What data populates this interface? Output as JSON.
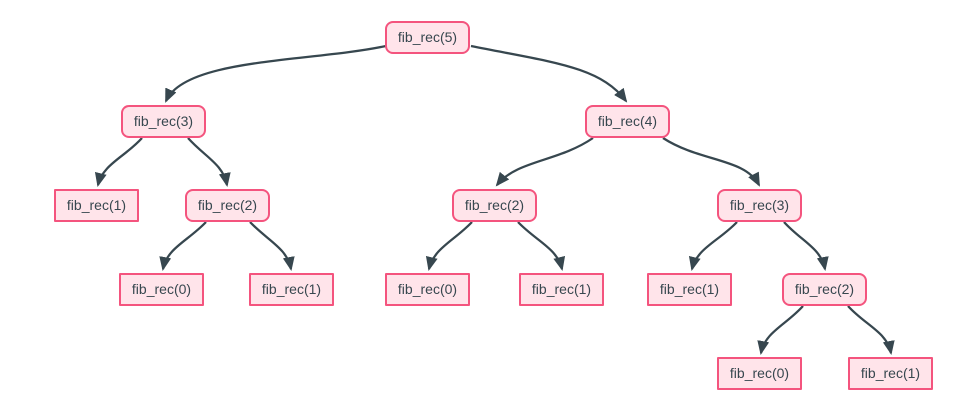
{
  "diagram": {
    "type": "recursion-tree",
    "nodes": [
      {
        "label": "fib_rec(5)",
        "shape": "rounded",
        "level": 1
      },
      {
        "label": "fib_rec(3)",
        "shape": "rounded",
        "level": 2
      },
      {
        "label": "fib_rec(4)",
        "shape": "rounded",
        "level": 2
      },
      {
        "label": "fib_rec(1)",
        "shape": "rect",
        "level": 3
      },
      {
        "label": "fib_rec(2)",
        "shape": "rounded",
        "level": 3
      },
      {
        "label": "fib_rec(2)",
        "shape": "rounded",
        "level": 3
      },
      {
        "label": "fib_rec(3)",
        "shape": "rounded",
        "level": 3
      },
      {
        "label": "fib_rec(0)",
        "shape": "rect",
        "level": 4
      },
      {
        "label": "fib_rec(1)",
        "shape": "rect",
        "level": 4
      },
      {
        "label": "fib_rec(0)",
        "shape": "rect",
        "level": 4
      },
      {
        "label": "fib_rec(1)",
        "shape": "rect",
        "level": 4
      },
      {
        "label": "fib_rec(1)",
        "shape": "rect",
        "level": 4
      },
      {
        "label": "fib_rec(2)",
        "shape": "rounded",
        "level": 4
      },
      {
        "label": "fib_rec(0)",
        "shape": "rect",
        "level": 5
      },
      {
        "label": "fib_rec(1)",
        "shape": "rect",
        "level": 5
      }
    ],
    "edges": [
      [
        0,
        1
      ],
      [
        0,
        2
      ],
      [
        1,
        3
      ],
      [
        1,
        4
      ],
      [
        4,
        7
      ],
      [
        4,
        8
      ],
      [
        2,
        5
      ],
      [
        2,
        6
      ],
      [
        5,
        9
      ],
      [
        5,
        10
      ],
      [
        6,
        11
      ],
      [
        6,
        12
      ],
      [
        12,
        13
      ],
      [
        12,
        14
      ]
    ]
  },
  "colors": {
    "background": "#ffffff",
    "node_fill": "#ffe4ea",
    "node_border": "#f4547e",
    "node_text": "#37474f",
    "edge": "#37474f"
  }
}
